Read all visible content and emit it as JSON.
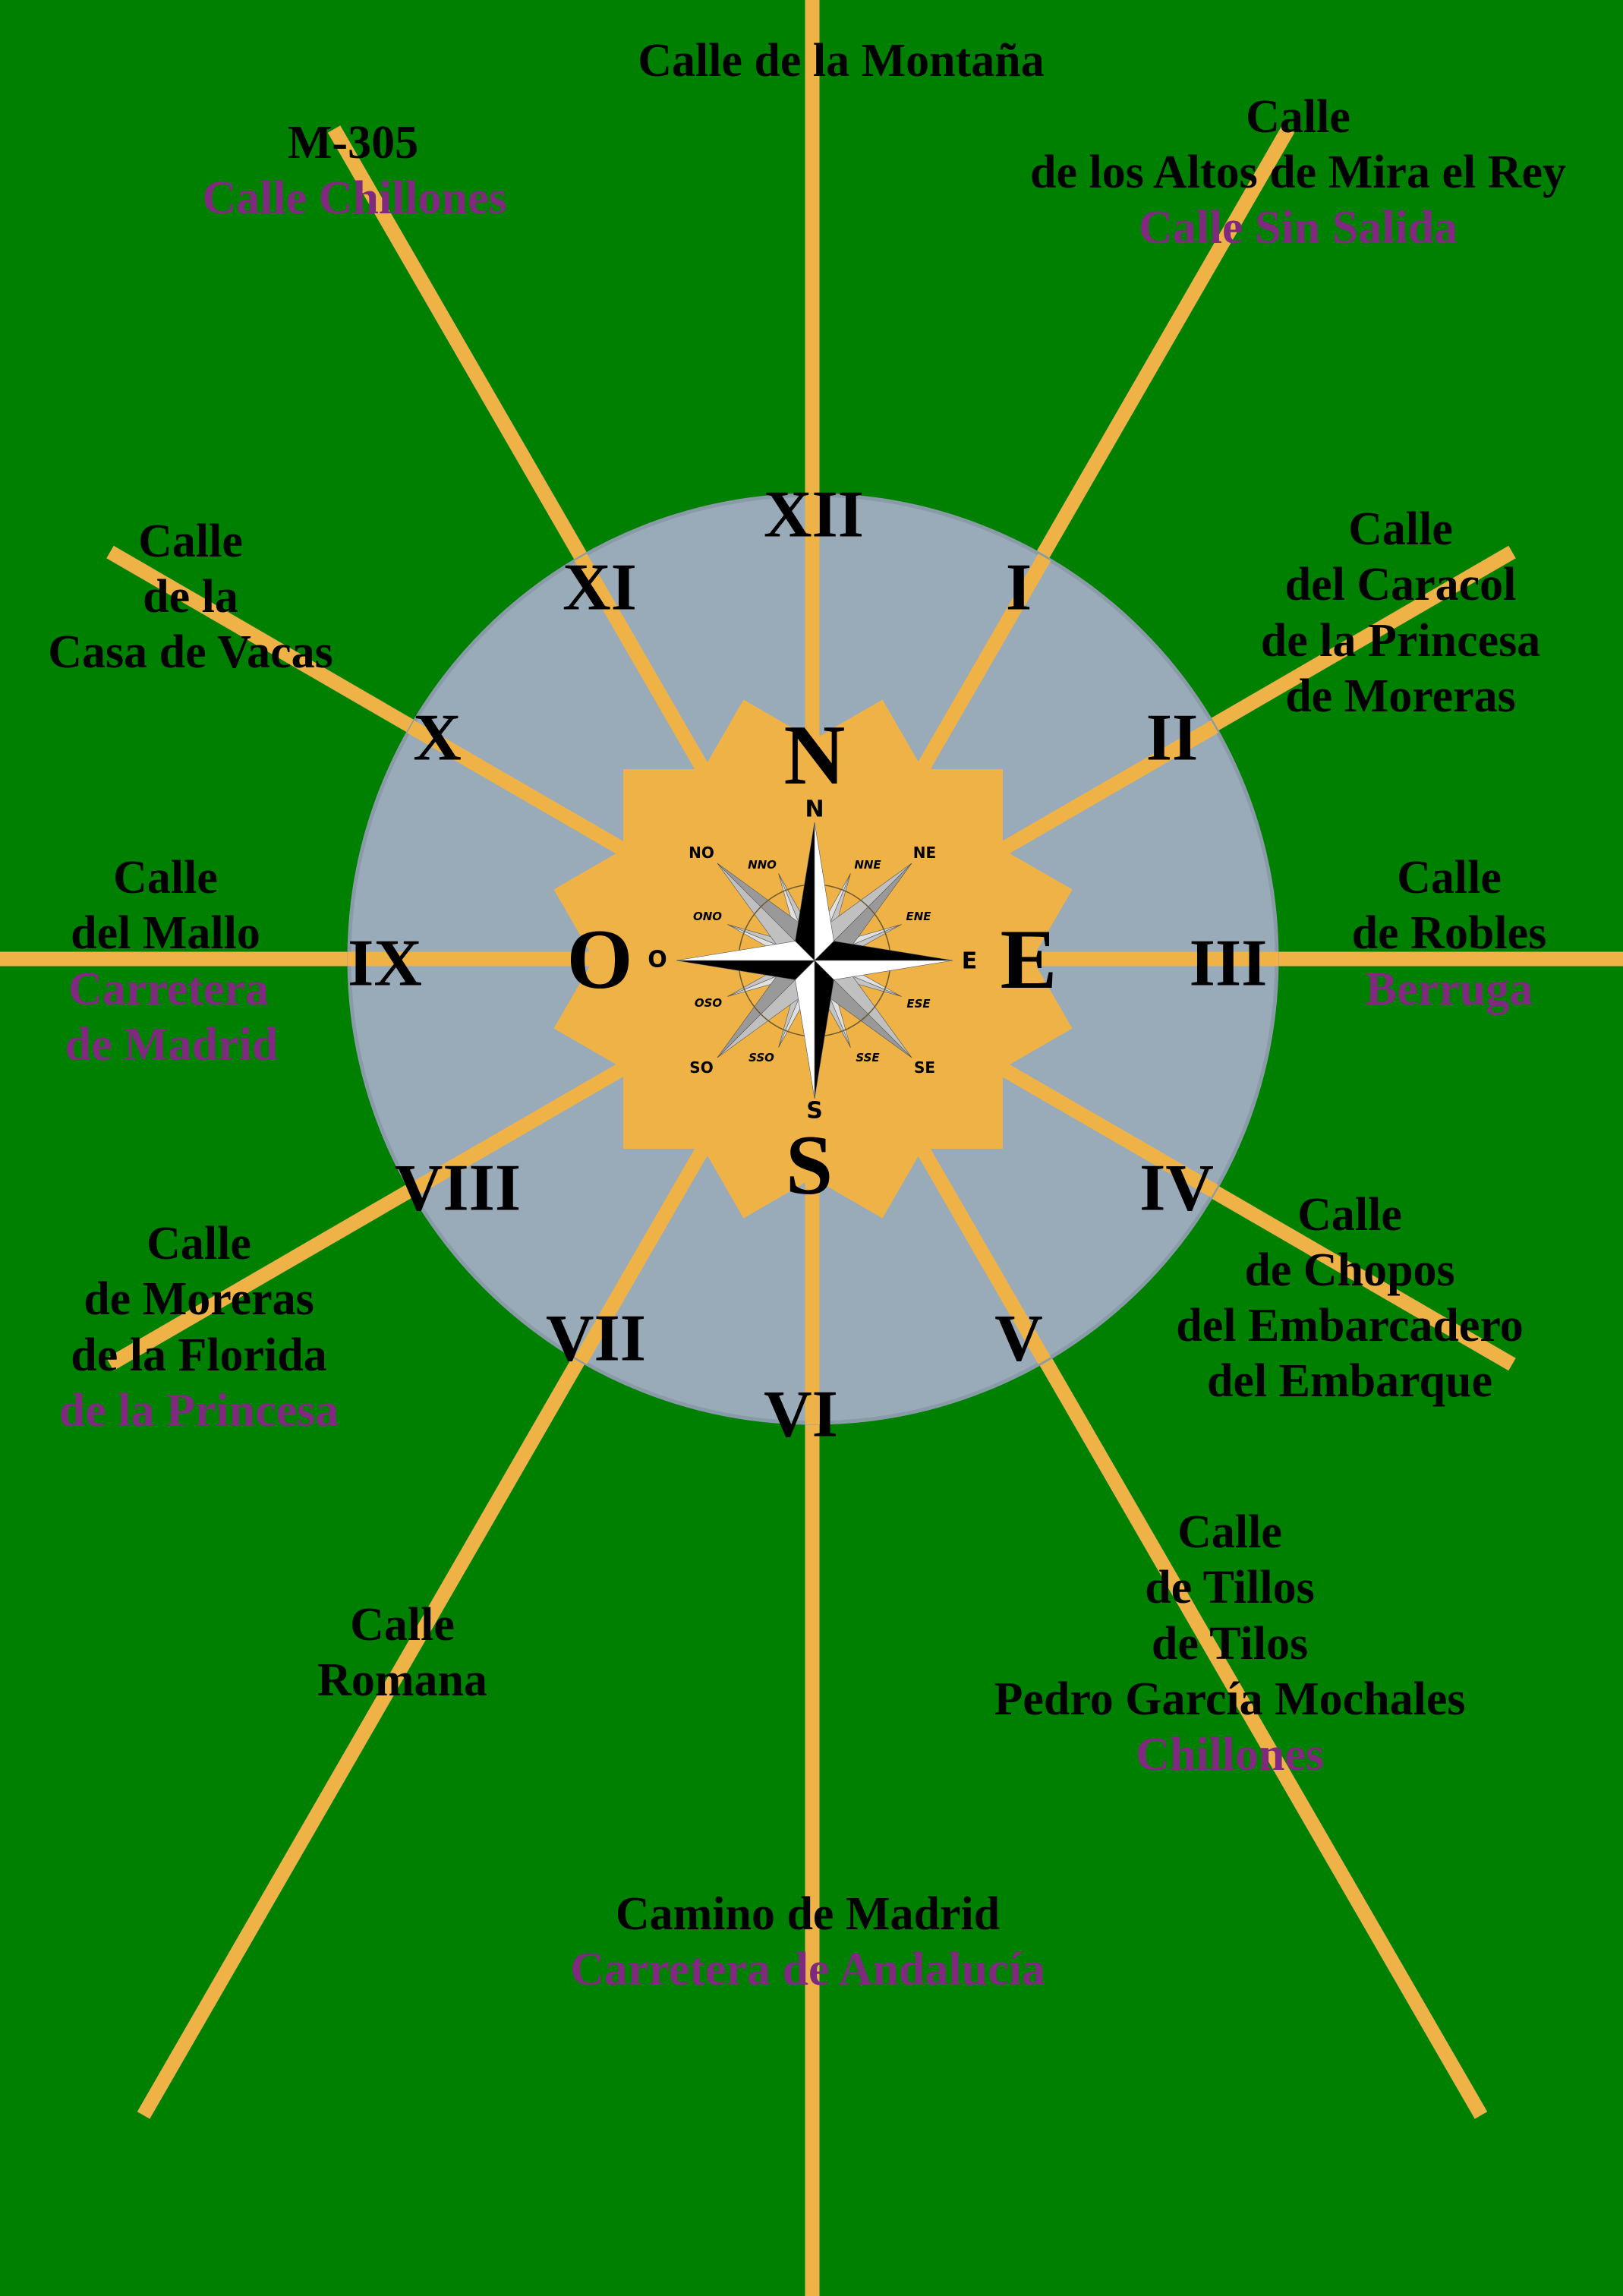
{
  "colors": {
    "background": "#008000",
    "road": "#efb246",
    "clock_face": "#99abb8",
    "alt_name": "#7f2a7f"
  },
  "streets": {
    "n": [
      "Calle de la Montaña"
    ],
    "nnw": [
      "M-305",
      "Calle Chillones"
    ],
    "nne": [
      "Calle",
      "de los Altos de Mira el Rey",
      "Calle Sin Salida"
    ],
    "wnw": [
      "Calle",
      "de la",
      "Casa de Vacas"
    ],
    "ene": [
      "Calle",
      "del Caracol",
      "de la Princesa",
      "de Moreras"
    ],
    "w": [
      "Calle",
      "del Mallo",
      "Carretera",
      "de Madrid"
    ],
    "e": [
      "Calle",
      "de Robles",
      "Berruga"
    ],
    "wsw": [
      "Calle",
      "de Moreras",
      "de la Florida",
      "de la Princesa"
    ],
    "ese": [
      "Calle",
      "de Chopos",
      "del Embarcadero",
      "del Embarque"
    ],
    "ssw": [
      "Calle",
      "Romana"
    ],
    "sse": [
      "Calle",
      "de Tillos",
      "de Tilos",
      "Pedro García Mochales",
      "Chillones"
    ],
    "s": [
      "Camino de Madrid",
      "Carretera de Andalucía"
    ]
  },
  "hours": [
    "XII",
    "I",
    "II",
    "III",
    "IV",
    "V",
    "VI",
    "VII",
    "VIII",
    "IX",
    "X",
    "XI"
  ],
  "compass": {
    "cardinals_large": {
      "n": "N",
      "e": "E",
      "s": "S",
      "w": "O"
    },
    "cardinals_small": {
      "n": "N",
      "e": "E",
      "s": "S",
      "w": "O"
    },
    "intercardinals": {
      "ne": "NE",
      "se": "SE",
      "sw": "SO",
      "nw": "NO"
    },
    "secondary": {
      "nne": "NNE",
      "ene": "ENE",
      "ese": "ESE",
      "sse": "SSE",
      "sso": "SSO",
      "oso": "OSO",
      "ono": "ONO",
      "nno": "NNO"
    }
  }
}
